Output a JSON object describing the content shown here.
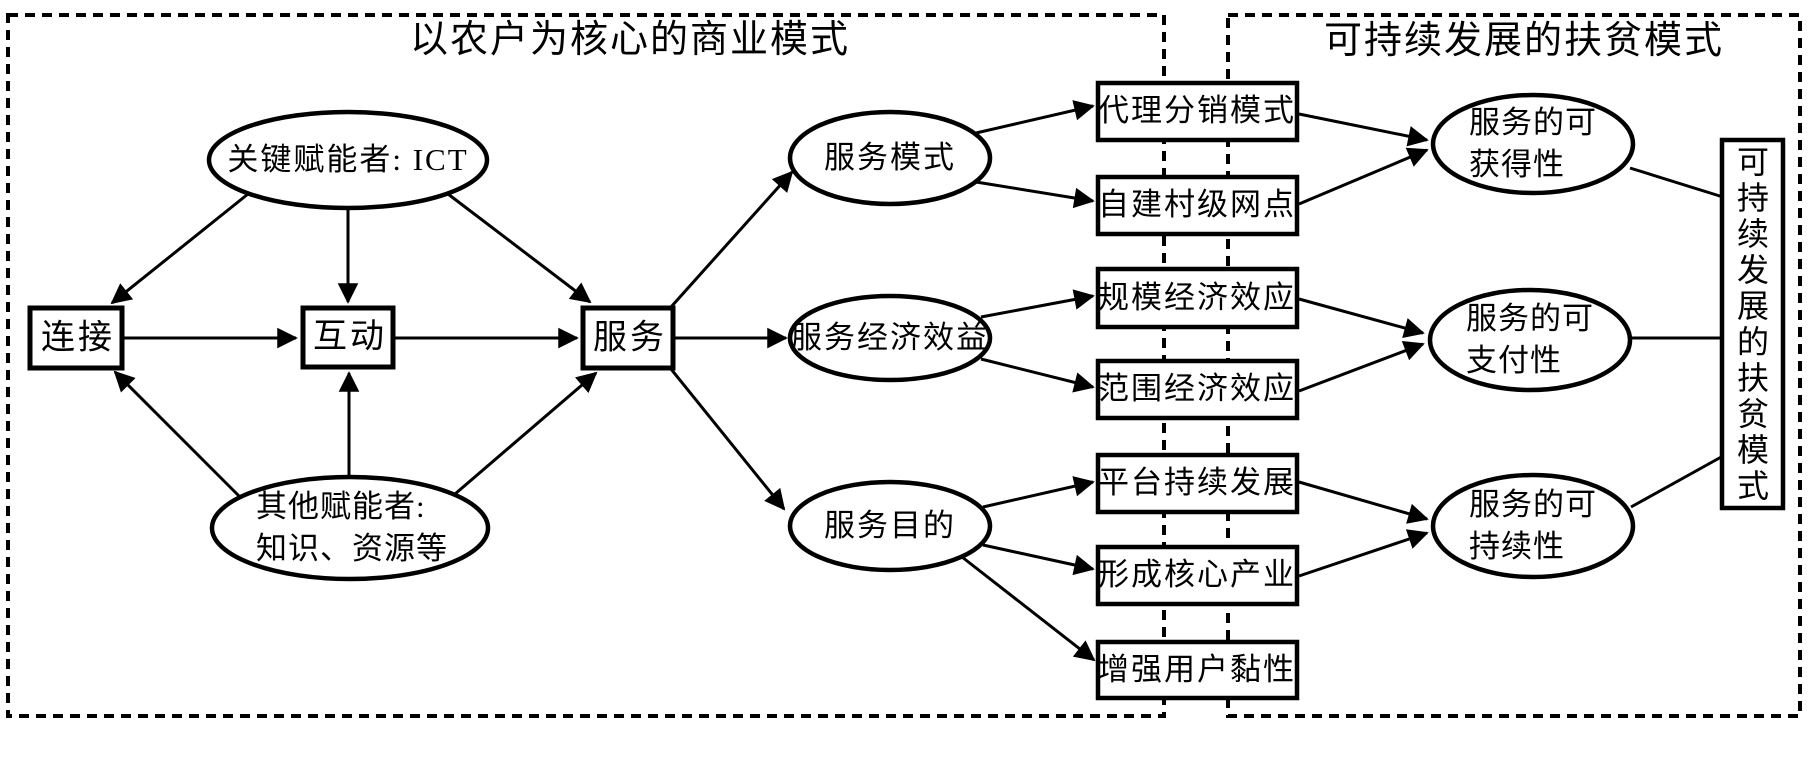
{
  "panels": {
    "left": {
      "title": "以农户为核心的商业模式"
    },
    "right": {
      "title": "可持续发展的扶贫模式"
    }
  },
  "nodes": {
    "lianjie": {
      "label": "连接"
    },
    "hudong": {
      "label": "互动"
    },
    "fuwu": {
      "label": "服务"
    },
    "ict": {
      "label": "关键赋能者: ICT"
    },
    "other_enabler": {
      "line1": "其他赋能者:",
      "line2": "知识、资源等"
    },
    "fuwu_moshi": {
      "label": "服务模式"
    },
    "fuwu_jingji": {
      "label": "服务经济效益"
    },
    "fuwu_mudi": {
      "label": "服务目的"
    },
    "daili_fenxiao": {
      "label": "代理分销模式"
    },
    "zijian_wangdian": {
      "label": "自建村级网点"
    },
    "guimo_xiaoying": {
      "label": "规模经济效应"
    },
    "fanwei_xiaoying": {
      "label": "范围经济效应"
    },
    "pingtai_fazhan": {
      "label": "平台持续发展"
    },
    "hexin_chanye": {
      "label": "形成核心产业"
    },
    "yonghu_nianxing": {
      "label": "增强用户黏性"
    },
    "huodexing": {
      "line1": "服务的可",
      "line2": "获得性"
    },
    "zhifuxing": {
      "line1": "服务的可",
      "line2": "支付性"
    },
    "chixuxing": {
      "line1": "服务的可",
      "line2": "持续性"
    },
    "final_model": {
      "label": "可持续发展的扶贫模式"
    }
  },
  "colors": {
    "line": "#000000",
    "fill": "#ffffff"
  }
}
